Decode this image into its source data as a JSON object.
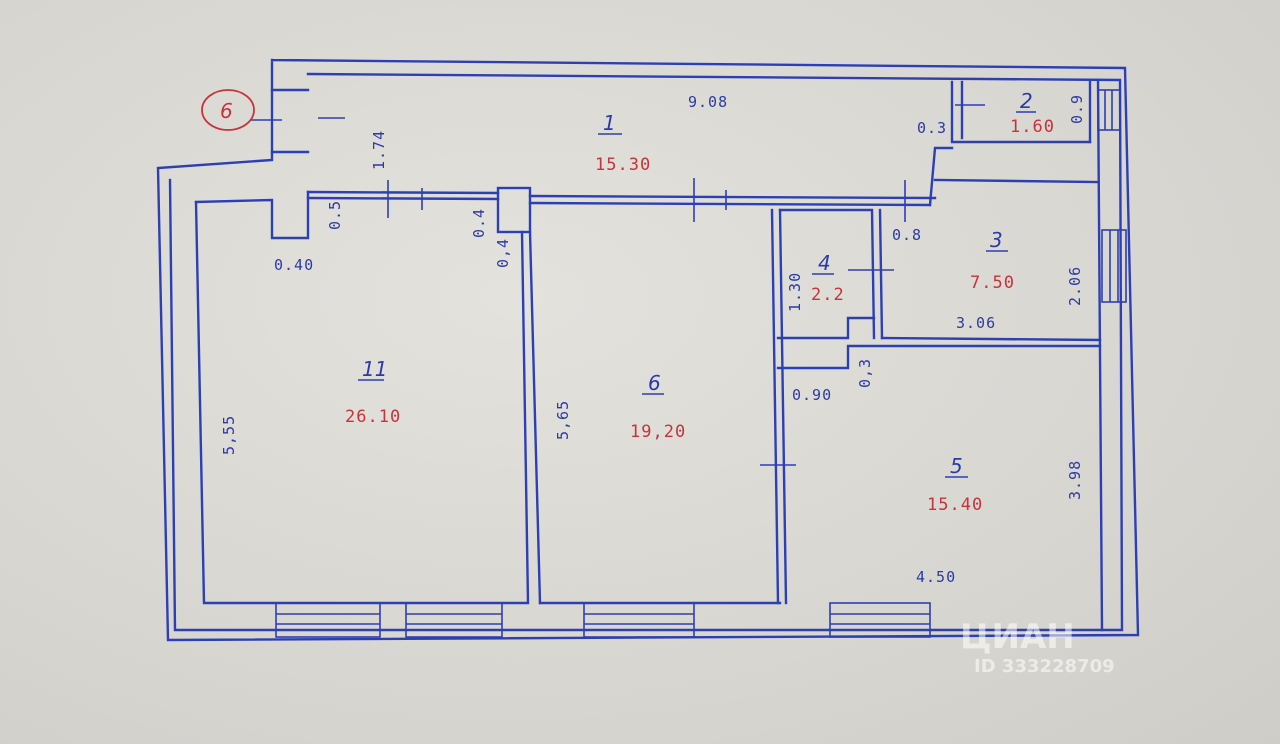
{
  "stamp": "6",
  "rooms": [
    {
      "id": "1",
      "number": "1",
      "area": "15.30"
    },
    {
      "id": "2",
      "number": "2",
      "area": "1.60"
    },
    {
      "id": "3",
      "number": "3",
      "area": "7.50"
    },
    {
      "id": "4",
      "number": "4",
      "area": "2.2"
    },
    {
      "id": "5",
      "number": "5",
      "area": "15.40"
    },
    {
      "id": "6",
      "number": "6",
      "area": "19,20"
    },
    {
      "id": "11",
      "number": "11",
      "area": "26.10"
    }
  ],
  "dimensions": {
    "d_9_08": "9.08",
    "d_1_74": "1.74",
    "d_0_3a": "0.3",
    "d_0_9a": "0.9",
    "d_0_40": "0.40",
    "d_0_5": "0.5",
    "d_0_4a": "0.4",
    "d_0_4b": "0,4",
    "d_0_8": "0.8",
    "d_2_06": "2.06",
    "d_1_30": "1.30",
    "d_3_06": "3.06",
    "d_0_3b": "0,3",
    "d_0_90": "0.90",
    "d_5_55": "5,55",
    "d_5_65": "5,65",
    "d_3_98": "3.98",
    "d_4_50": "4.50"
  },
  "watermark": {
    "brand": "ЦИАН",
    "id_text": "ID 333228709"
  },
  "colors": {
    "ink_blue": "#2d3fb4",
    "ink_red": "#c8323a",
    "paper": "#dcdad5"
  }
}
